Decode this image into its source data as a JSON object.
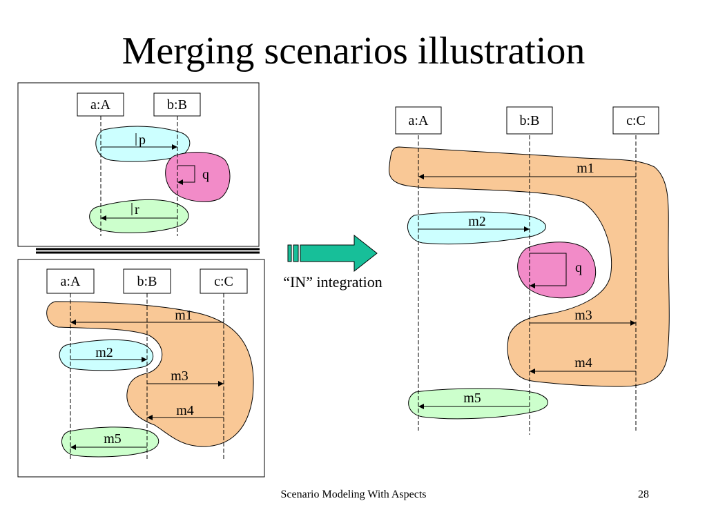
{
  "slide": {
    "title": "Merging scenarios illustration",
    "footer": "Scenario Modeling With Aspects",
    "page_number": "28"
  },
  "aspect_scenario": {
    "objects": [
      "a:A",
      "b:B"
    ],
    "messages": [
      "p",
      "q",
      "r"
    ]
  },
  "base_scenario": {
    "objects": [
      "a:A",
      "b:B",
      "c:C"
    ],
    "messages": [
      "m1",
      "m2",
      "m3",
      "m4",
      "m5"
    ]
  },
  "integration": {
    "label": "“IN” integration"
  },
  "merged_scenario": {
    "objects": [
      "a:A",
      "b:B",
      "c:C"
    ],
    "messages": [
      "m1",
      "m2",
      "q",
      "m3",
      "m4",
      "m5"
    ]
  },
  "colors": {
    "orange_region": "#F9C896",
    "cyan_region": "#CCFFFF",
    "pink_region": "#F28BC8",
    "green_region": "#CCFFCC",
    "arrow_fill": "#17BF99"
  }
}
